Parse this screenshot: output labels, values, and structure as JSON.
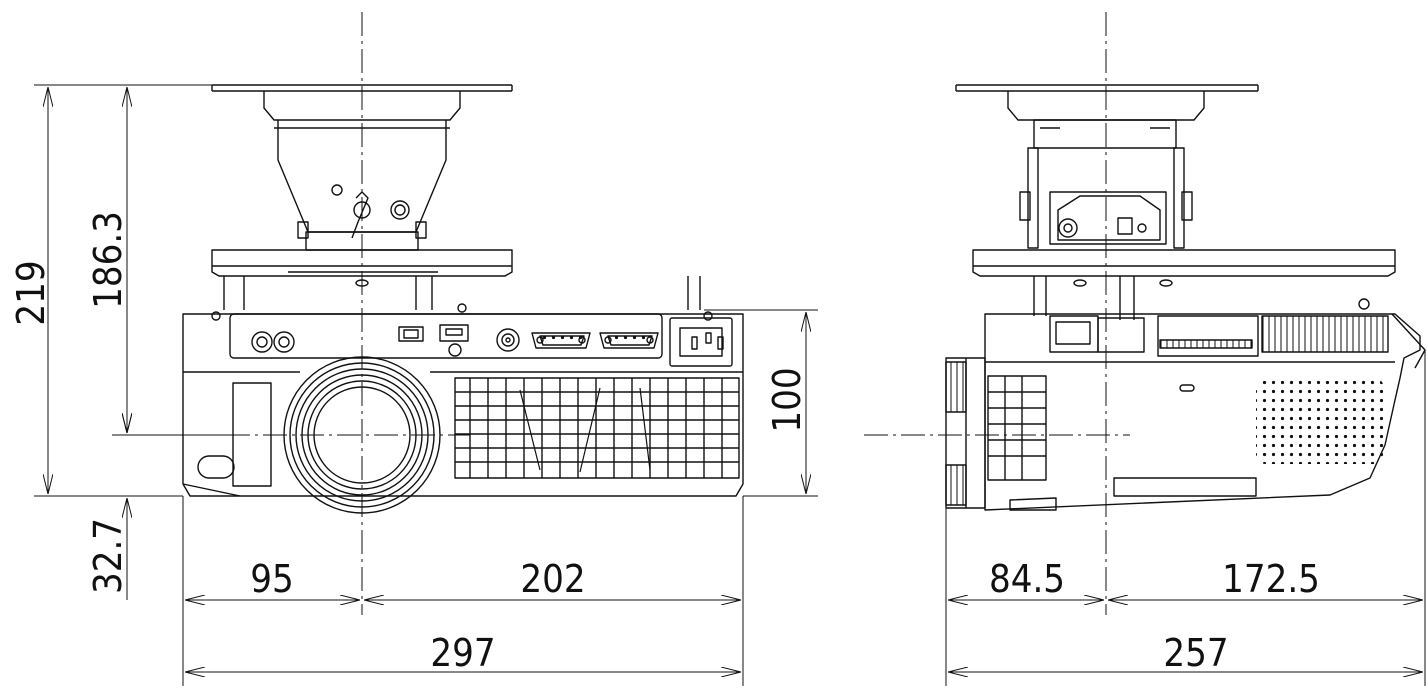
{
  "front_view": {
    "dimensions": {
      "total_height": "219",
      "height_to_bottom_plate": "186.3",
      "drop_below": "32.7",
      "projector_height": "100",
      "left_width": "95",
      "right_width": "202",
      "total_width": "297"
    }
  },
  "side_view": {
    "dimensions": {
      "left_depth": "84.5",
      "right_depth": "172.5",
      "total_depth": "257"
    }
  },
  "colors": {
    "line": "#111111",
    "background": "#ffffff"
  }
}
